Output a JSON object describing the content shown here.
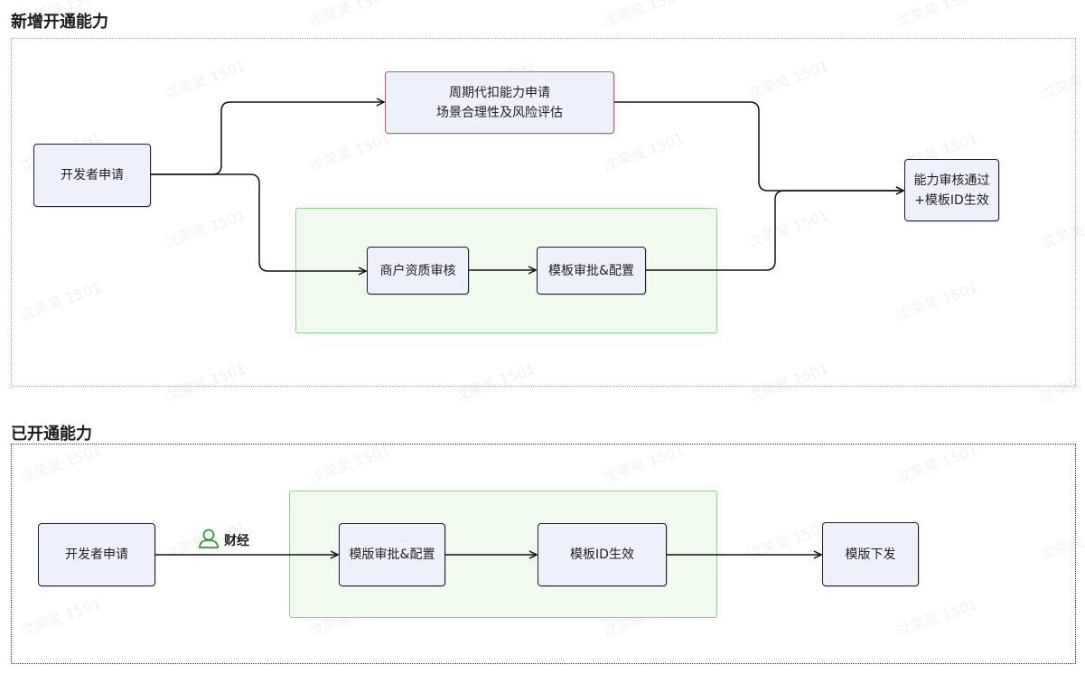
{
  "sections": {
    "top_title": "新增开通能力",
    "bottom_title": "已开通能力"
  },
  "top": {
    "developer_apply": "开发者申请",
    "periodic_line1": "周期代扣能力申请",
    "periodic_line2": "场景合理性及风险评估",
    "merchant_review": "商户资质审核",
    "template_approval": "模板审批&配置",
    "approved_line1": "能力审核通过",
    "approved_line2": "+模板ID生效"
  },
  "bottom": {
    "developer_apply": "开发者申请",
    "finance_label": "财经",
    "template_approval": "模版审批&配置",
    "template_id_effective": "模板ID生效",
    "template_issue": "模版下发"
  },
  "watermark": "汶荣昊 1501",
  "colors": {
    "node_fill": "#eef1fb",
    "node_border": "#1e1e1e",
    "highlight_border": "#d9534f",
    "group_fill": "#f0faef",
    "group_border": "#8fd08c",
    "person_icon": "#3a9a3a"
  }
}
